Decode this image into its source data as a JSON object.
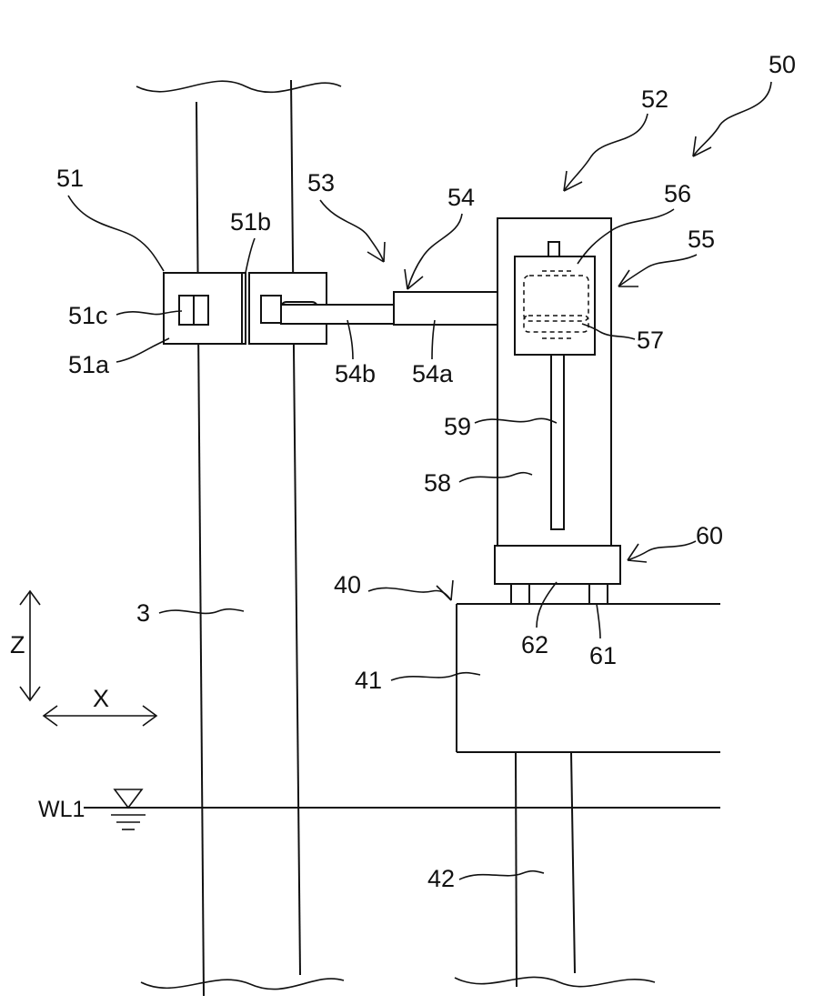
{
  "labels": {
    "n50": "50",
    "n52": "52",
    "n51": "51",
    "n51b": "51b",
    "n53": "53",
    "n54": "54",
    "n56": "56",
    "n55": "55",
    "n51c": "51c",
    "n51a": "51a",
    "n54b": "54b",
    "n54a": "54a",
    "n57": "57",
    "n59": "59",
    "n58": "58",
    "n60": "60",
    "n40": "40",
    "n3": "3",
    "n62": "62",
    "n61": "61",
    "n41": "41",
    "nz": "Z",
    "nx": "X",
    "nwl1": "WL1",
    "n42": "42"
  }
}
